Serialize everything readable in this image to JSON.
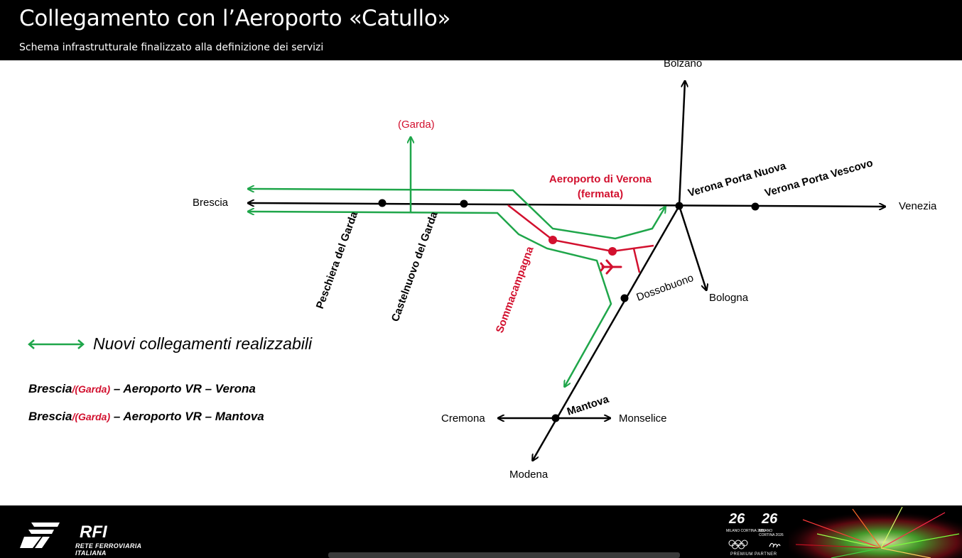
{
  "header": {
    "title": "Collegamento con l’Aeroporto «Catullo»",
    "subtitle": "Schema infrastrutturale finalizzato alla definizione dei servizi"
  },
  "map": {
    "labels": {
      "bolzano": "Bolzano",
      "brescia": "Brescia",
      "venezia": "Venezia",
      "bologna": "Bologna",
      "cremona": "Cremona",
      "monselice": "Monselice",
      "modena": "Modena",
      "garda": "(Garda)",
      "aeroporto_line1": "Aeroporto di Verona",
      "aeroporto_line2": "(fermata)",
      "verona_porta_nuova": "Verona Porta Nuova",
      "verona_porta_vescovo": "Verona Porta Vescovo",
      "peschiera": "Peschiera del Garda",
      "castelnuovo": "Castelnuovo del Garda",
      "sommacampagna": "Sommacampagna",
      "dossobuono": "Dossobuono",
      "mantova": "Mantova"
    },
    "colors": {
      "existing": "#000000",
      "new_link": "#1fa64a",
      "airport": "#d2102e"
    }
  },
  "legend": {
    "label": "Nuovi collegamenti realizzabili",
    "icon": "double-arrow-icon"
  },
  "routes": [
    {
      "start": "Brescia",
      "garda": "/(Garda)",
      "rest": " – Aeroporto VR – Verona"
    },
    {
      "start": "Brescia",
      "garda": "/(Garda)",
      "rest": " – Aeroporto VR – Mantova"
    }
  ],
  "footer": {
    "logo_text": "RFI",
    "logo_sub": "RETE FERROVIARIA ITALIANA",
    "olympic_mark": "26",
    "olympic_sub": "MILANO CORTINA 2026",
    "partner": "PREMIUM PARTNER"
  }
}
